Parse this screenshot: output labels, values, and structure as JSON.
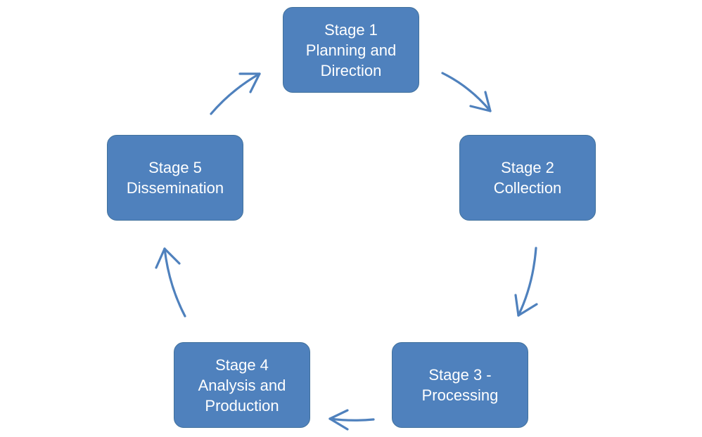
{
  "diagram": {
    "type": "cycle",
    "stages": [
      {
        "id": "stage-1",
        "label": "Stage 1\nPlanning and\nDirection"
      },
      {
        "id": "stage-2",
        "label": "Stage 2\nCollection"
      },
      {
        "id": "stage-3",
        "label": "Stage 3 -\nProcessing"
      },
      {
        "id": "stage-4",
        "label": "Stage 4\nAnalysis and\nProduction"
      },
      {
        "id": "stage-5",
        "label": "Stage 5\nDissemination"
      }
    ],
    "flow": [
      {
        "from": "stage-1",
        "to": "stage-2"
      },
      {
        "from": "stage-2",
        "to": "stage-3"
      },
      {
        "from": "stage-3",
        "to": "stage-4"
      },
      {
        "from": "stage-4",
        "to": "stage-5"
      },
      {
        "from": "stage-5",
        "to": "stage-1"
      }
    ],
    "colors": {
      "box_fill": "#4f81bd",
      "box_border": "#41719c",
      "text": "#ffffff",
      "arrow": "#4f81bd"
    }
  }
}
